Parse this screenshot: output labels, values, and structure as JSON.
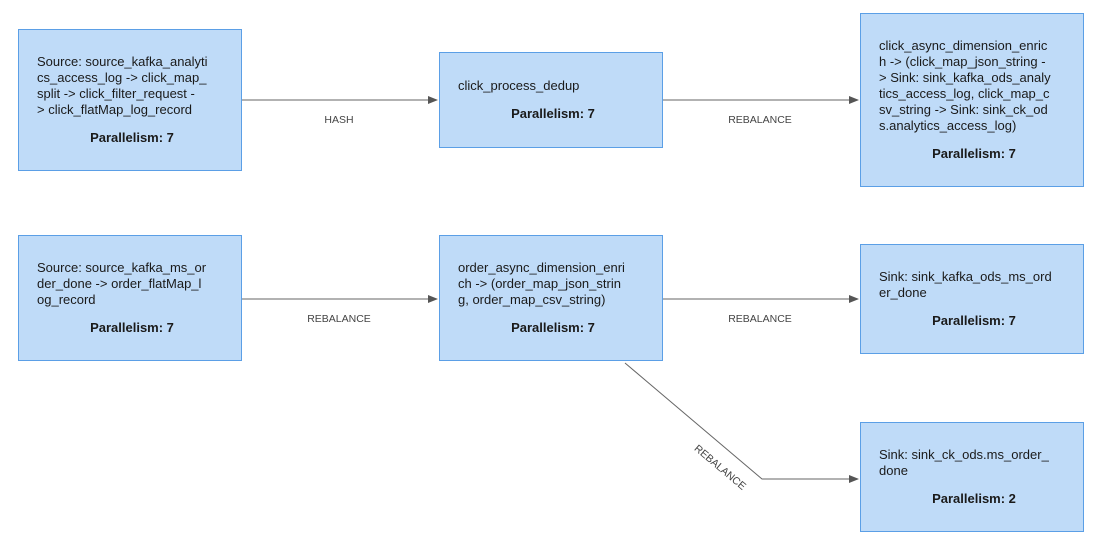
{
  "nodes": [
    {
      "id": "n1",
      "name": "Source: source_kafka_analyti\ncs_access_log -> click_map_\nsplit -> click_filter_request -\n> click_flatMap_log_record",
      "parallelism": "Parallelism: 7"
    },
    {
      "id": "n2",
      "name": "click_process_dedup",
      "parallelism": "Parallelism: 7"
    },
    {
      "id": "n3",
      "name": "click_async_dimension_enric\nh -> (click_map_json_string -\n> Sink: sink_kafka_ods_analy\ntics_access_log, click_map_c\nsv_string -> Sink: sink_ck_od\ns.analytics_access_log)",
      "parallelism": "Parallelism: 7"
    },
    {
      "id": "n4",
      "name": "Source: source_kafka_ms_or\nder_done -> order_flatMap_l\nog_record",
      "parallelism": "Parallelism: 7"
    },
    {
      "id": "n5",
      "name": "order_async_dimension_enri\nch -> (order_map_json_strin\ng, order_map_csv_string)",
      "parallelism": "Parallelism: 7"
    },
    {
      "id": "n6",
      "name": "Sink: sink_kafka_ods_ms_ord\ner_done",
      "parallelism": "Parallelism: 7"
    },
    {
      "id": "n7",
      "name": "Sink: sink_ck_ods.ms_order_\ndone",
      "parallelism": "Parallelism: 2"
    }
  ],
  "edges": [
    {
      "from": "n1",
      "to": "n2",
      "label": "HASH"
    },
    {
      "from": "n2",
      "to": "n3",
      "label": "REBALANCE"
    },
    {
      "from": "n4",
      "to": "n5",
      "label": "REBALANCE"
    },
    {
      "from": "n5",
      "to": "n6",
      "label": "REBALANCE"
    },
    {
      "from": "n5",
      "to": "n7",
      "label": "REBALANCE"
    }
  ],
  "colors": {
    "node_fill": "#bfdbf8",
    "node_border": "#5b9fe6",
    "edge": "#666666",
    "label": "#444444"
  }
}
